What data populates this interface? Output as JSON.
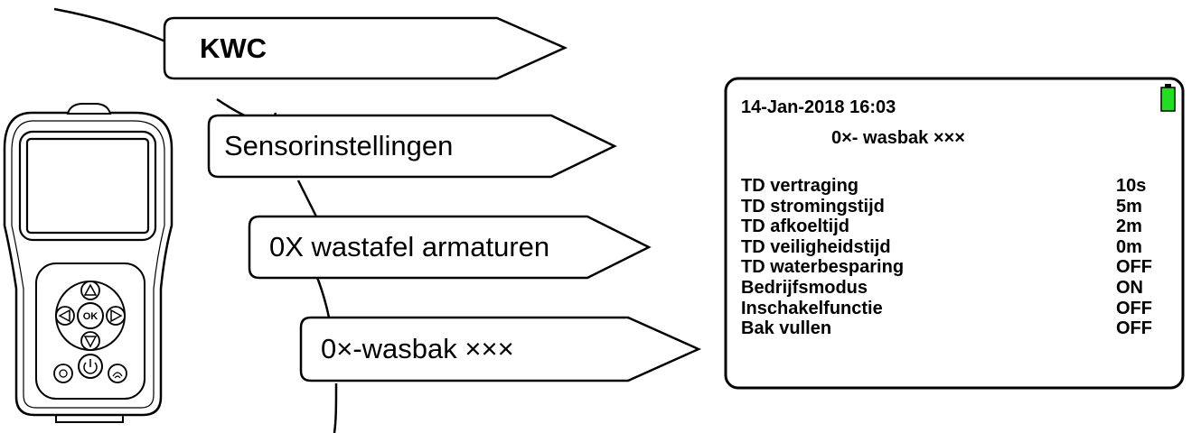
{
  "menu_path": [
    {
      "label": "KWC",
      "emphasis": "bold"
    },
    {
      "label": "Sensorinstellingen"
    },
    {
      "label": "0X wastafel armaturen"
    },
    {
      "label": "0×-wasbak ×××"
    }
  ],
  "display": {
    "datetime": "14-Jan-2018 16:03",
    "title": "0×- wasbak ×××",
    "battery_color": "#22dd22",
    "settings": [
      {
        "name": "TD vertraging",
        "value": "10s"
      },
      {
        "name": "TD stromingstijd",
        "value": "5m"
      },
      {
        "name": "TD afkoeltijd",
        "value": "2m"
      },
      {
        "name": "TD veiligheidstijd",
        "value": "0m"
      },
      {
        "name": "TD waterbesparing",
        "value": "OFF"
      },
      {
        "name": "Bedrijfsmodus",
        "value": "ON"
      },
      {
        "name": "Inschakelfunctie",
        "value": "OFF"
      },
      {
        "name": "Bak vullen",
        "value": "OFF"
      }
    ]
  },
  "remote": {
    "ok_label": "OK"
  }
}
